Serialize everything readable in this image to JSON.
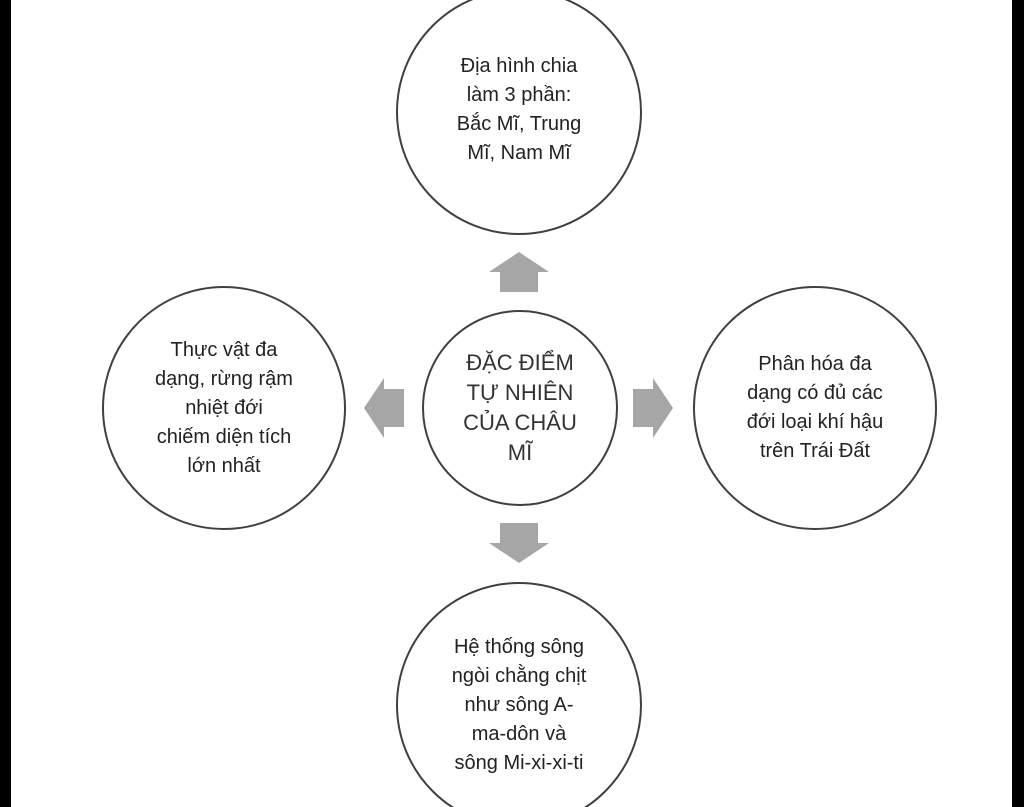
{
  "center": {
    "lines": [
      "ĐẶC ĐIỂM",
      "TỰ NHIÊN",
      "CỦA CHÂU",
      "MĨ"
    ]
  },
  "top": {
    "lines": [
      "Địa hình chia",
      "làm 3 phần:",
      "Bắc Mĩ, Trung",
      "Mĩ, Nam Mĩ"
    ]
  },
  "left": {
    "lines": [
      "Thực vật đa",
      "dạng, rừng rậm",
      "nhiệt đới",
      "chiếm diện tích",
      "lớn nhất"
    ]
  },
  "right": {
    "lines": [
      "Phân hóa đa",
      "dạng có đủ các",
      "đới loại khí hậu",
      "trên Trái Đất"
    ]
  },
  "bottom": {
    "lines": [
      "Hệ thống sông",
      "ngòi chằng chịt",
      "như sông A-",
      "ma-dôn và",
      "sông Mi-xi-xi-ti"
    ]
  },
  "colors": {
    "arrow": "#a6a6a6",
    "stroke": "#404040"
  }
}
